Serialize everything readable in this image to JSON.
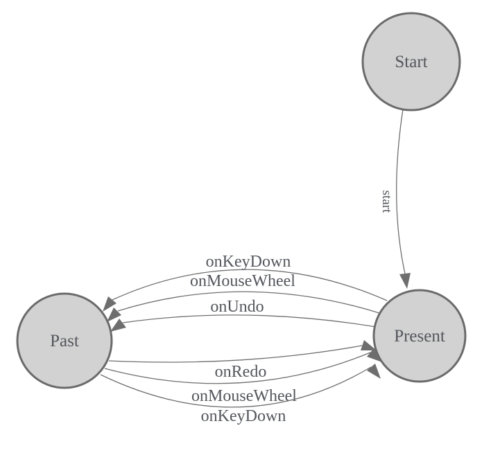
{
  "diagram": {
    "type": "finite-state-machine",
    "nodes": [
      {
        "id": "start",
        "label": "Start"
      },
      {
        "id": "past",
        "label": "Past"
      },
      {
        "id": "present",
        "label": "Present"
      }
    ],
    "edges": [
      {
        "from": "start",
        "to": "present",
        "label": "start"
      },
      {
        "from": "present",
        "to": "past",
        "label": "onKeyDown"
      },
      {
        "from": "present",
        "to": "past",
        "label": "onMouseWheel"
      },
      {
        "from": "present",
        "to": "past",
        "label": "onUndo"
      },
      {
        "from": "past",
        "to": "present",
        "label": "onRedo"
      },
      {
        "from": "past",
        "to": "present",
        "label": "onMouseWheel"
      },
      {
        "from": "past",
        "to": "present",
        "label": "onKeyDown"
      }
    ],
    "colors": {
      "background": "#ffffff",
      "node_fill": "#d2d2d2",
      "node_stroke": "#6a6a6a",
      "edge_stroke": "#6f6f6f",
      "arrowhead": "#6e6e6e",
      "label_text": "#54565c"
    }
  }
}
